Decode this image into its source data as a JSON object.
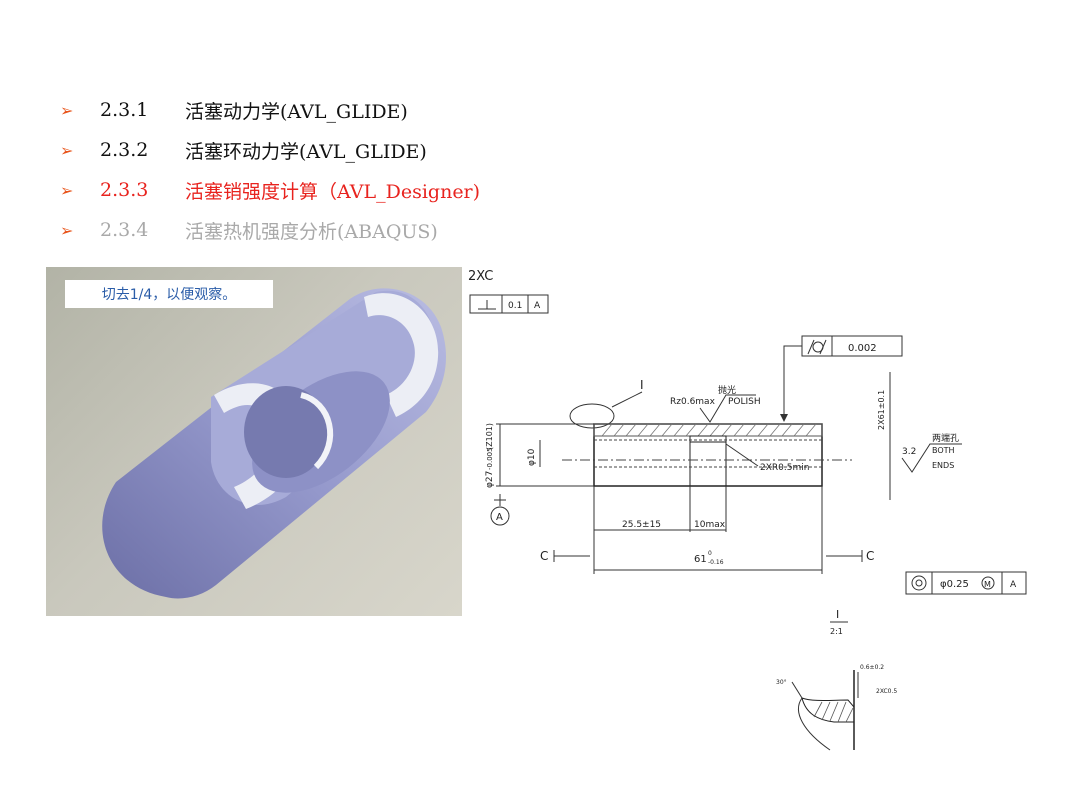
{
  "bullets": [
    {
      "num": "2.3.1",
      "text": "活塞动力学(AVL_GLIDE)",
      "color": "#111111"
    },
    {
      "num": "2.3.2",
      "text": "活塞环动力学(AVL_GLIDE)",
      "color": "#111111"
    },
    {
      "num": "2.3.3",
      "text": "活塞销强度计算（AVL_Designer)",
      "color": "#e8231e"
    },
    {
      "num": "2.3.4",
      "text": "活塞热机强度分析(ABAQUS)",
      "color": "#a9a9a9"
    }
  ],
  "bullet_icon": "arrow-bullet-icon",
  "model_note": "切去1/4，以便观察。",
  "drawing": {
    "section_label": "2XC",
    "perp_tol": "0.1",
    "perp_datum": "A",
    "cyl_tol": "0.002",
    "detail_ref": "I",
    "polish_cn": "抛光",
    "roughness": "Rz0.6max",
    "polish_en": "POLISH",
    "length_tol": "2X61±0.1",
    "od_label": "φ27",
    "od_tol": "-0.005",
    "od_note": "(Z101)",
    "id_label": "φ10",
    "fillet": "2XR0.5min",
    "ends_cn": "两端孔",
    "ends_roughness": "3.2",
    "both": "BOTH",
    "ends": "ENDS",
    "datum": "A",
    "dim_a": "25.5±15",
    "dim_b": "10max",
    "length": "61",
    "length_tol_small": "0",
    "length_tol_low": "-0.16",
    "section_c": "C",
    "coax_tol": "φ0.25",
    "coax_mod": "M",
    "coax_datum": "A",
    "detail_title": "I",
    "detail_scale": "2:1",
    "detail_dim1": "0.6±0.2",
    "detail_angle": "30°",
    "detail_chamfer": "2XC0.5"
  }
}
